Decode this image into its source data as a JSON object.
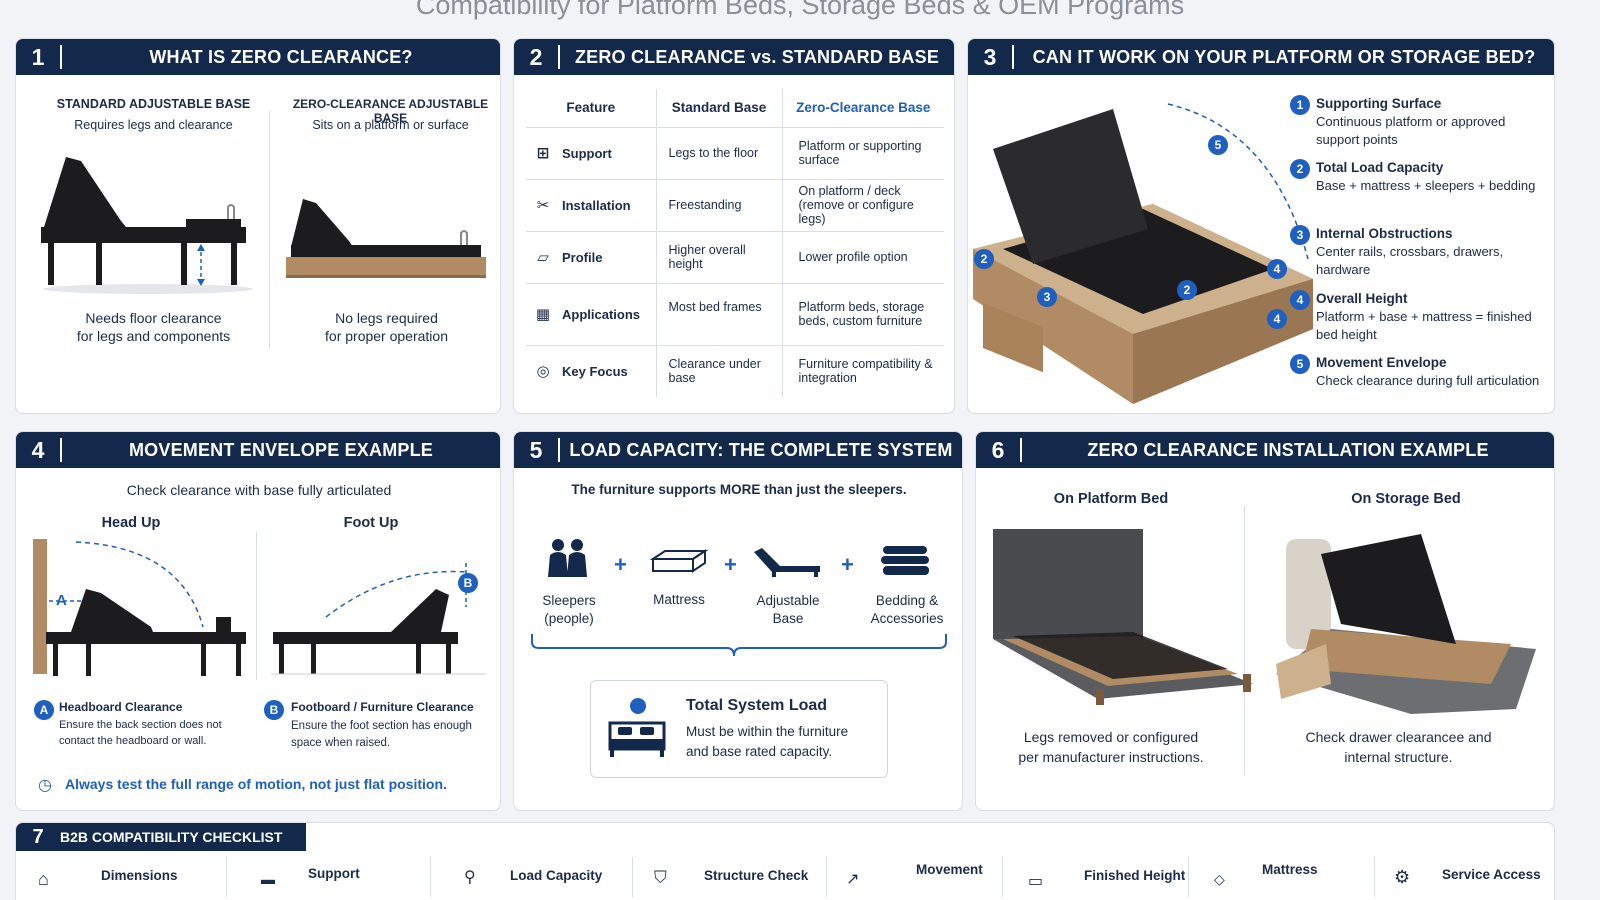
{
  "page": {
    "title": "Compatibility for Platform Beds, Storage Beds & OEM Programs"
  },
  "colors": {
    "navy": "#13294b",
    "blue": "#1f5fbf",
    "wood": "#b08b64",
    "bed": "#1c1c1e"
  },
  "panel1": {
    "num": "1",
    "title": "WHAT IS ZERO CLEARANCE?",
    "left_title": "STANDARD ADJUSTABLE BASE",
    "left_sub": "Requires legs and clearance",
    "left_caption_1": "Needs floor clearance",
    "left_caption_2": "for legs and components",
    "right_title": "ZERO-CLEARANCE ADJUSTABLE BASE",
    "right_sub": "Sits on a platform or surface",
    "right_caption_1": "No legs required",
    "right_caption_2": "for proper operation"
  },
  "panel2": {
    "num": "2",
    "title": "ZERO CLEARANCE vs. STANDARD BASE",
    "headers": [
      "Feature",
      "Standard Base",
      "Zero-Clearance Base"
    ],
    "rows": [
      {
        "icon": "support-icon",
        "feature": "Support",
        "standard": "Legs to the floor",
        "zero": "Platform or supporting surface"
      },
      {
        "icon": "tools-icon",
        "feature": "Installation",
        "standard": "Freestanding",
        "zero": "On platform / deck (remove or configure legs)"
      },
      {
        "icon": "ruler-icon",
        "feature": "Profile",
        "standard": "Higher overall height",
        "zero": "Lower profile option"
      },
      {
        "icon": "building-icon",
        "feature": "Applications",
        "standard": "Most bed frames",
        "zero": "Platform beds, storage beds, custom furniture"
      },
      {
        "icon": "target-icon",
        "feature": "Key Focus",
        "standard": "Clearance under base",
        "zero": "Furniture compatibility & integration"
      }
    ]
  },
  "panel3": {
    "num": "3",
    "title": "CAN IT WORK ON YOUR PLATFORM OR STORAGE BED?",
    "items": [
      {
        "n": "1",
        "title": "Supporting Surface",
        "text": "Continuous platform or approved support points"
      },
      {
        "n": "2",
        "title": "Total Load Capacity",
        "text": "Base + mattress + sleepers + bedding"
      },
      {
        "n": "3",
        "title": "Internal Obstructions",
        "text": "Center rails, crossbars, drawers, hardware"
      },
      {
        "n": "4",
        "title": "Overall Height",
        "text": "Platform + base + mattress = finished bed height"
      },
      {
        "n": "5",
        "title": "Movement Envelope",
        "text": "Check clearance during full articulation"
      }
    ],
    "markers": [
      "5",
      "2",
      "3",
      "2",
      "4",
      "4"
    ]
  },
  "panel4": {
    "num": "4",
    "title": "MOVEMENT ENVELOPE EXAMPLE",
    "subtitle": "Check clearance with base fully articulated",
    "head_up": "Head Up",
    "foot_up": "Foot Up",
    "label_a": "A",
    "label_b": "B",
    "a_title": "Headboard Clearance",
    "a_text": "Ensure the back section does not contact the headboard or wall.",
    "b_title": "Footboard / Furniture Clearance",
    "b_text": "Ensure the foot section has enough space when raised.",
    "tip": "Always test the full range of motion, not just flat position."
  },
  "panel5": {
    "num": "5",
    "title": "LOAD CAPACITY: THE COMPLETE SYSTEM",
    "subtitle": "The furniture supports MORE than just the sleepers.",
    "items": [
      {
        "icon": "people-icon",
        "label_1": "Sleepers",
        "label_2": "(people)"
      },
      {
        "icon": "mattress-icon",
        "label_1": "Mattress",
        "label_2": ""
      },
      {
        "icon": "adjustable-base-icon",
        "label_1": "Adjustable",
        "label_2": "Base"
      },
      {
        "icon": "bedding-icon",
        "label_1": "Bedding &",
        "label_2": "Accessories"
      }
    ],
    "plus": "+",
    "total_title": "Total System Load",
    "total_text_1": "Must be within the furniture",
    "total_text_2": "and base rated capacity."
  },
  "panel6": {
    "num": "6",
    "title": "ZERO CLEARANCE INSTALLATION EXAMPLE",
    "left_title": "On Platform Bed",
    "left_caption_1": "Legs removed or configured",
    "left_caption_2": "per manufacturer instructions.",
    "right_title": "On Storage Bed",
    "right_caption_1": "Check drawer clearancee and",
    "right_caption_2": "internal structure."
  },
  "panel7": {
    "num": "7",
    "title": "B2B COMPATIBILITY CHECKLIST",
    "items": [
      "Dimensions",
      "Support",
      "Load Capacity",
      "Structure Check",
      "Movement",
      "Finished Height",
      "Mattress",
      "Service Access"
    ]
  }
}
